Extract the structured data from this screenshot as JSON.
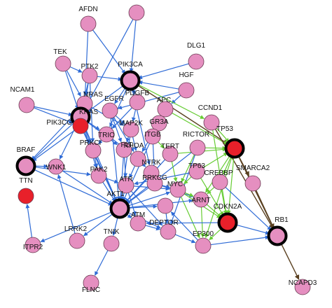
{
  "network": {
    "colors": {
      "node_normal": "#e58fc0",
      "node_mutated": "#e8202a",
      "node_stroke": "#6b3a52",
      "node_hub_stroke": "#000000",
      "edge_blue": "#2f6bd6",
      "edge_green": "#66cc33",
      "edge_dark": "#5a4020"
    },
    "nodes": [
      {
        "id": "AFDN",
        "label": "AFDN",
        "type": "normal"
      },
      {
        "id": "N_TOP",
        "label": "",
        "type": "normal"
      },
      {
        "id": "TEK",
        "label": "TEK",
        "type": "normal"
      },
      {
        "id": "DLG1",
        "label": "DLG1",
        "type": "normal"
      },
      {
        "id": "PTK2",
        "label": "PTK2",
        "type": "normal"
      },
      {
        "id": "PIK3CA",
        "label": "PIK3CA",
        "type": "hub"
      },
      {
        "id": "HGF",
        "label": "HGF",
        "type": "normal"
      },
      {
        "id": "NCAM1",
        "label": "NCAM1",
        "type": "normal"
      },
      {
        "id": "NRAS",
        "label": "NRAS",
        "type": "normal"
      },
      {
        "id": "PDGFB",
        "label": "PDGFB",
        "type": "normal"
      },
      {
        "id": "EGFR",
        "label": "EGFR",
        "type": "normal"
      },
      {
        "id": "KRAS",
        "label": "KRAS",
        "type": "hub"
      },
      {
        "id": "APC",
        "label": "APC",
        "type": "normal"
      },
      {
        "id": "CCND1",
        "label": "CCND1",
        "type": "normal"
      },
      {
        "id": "PIK3R1",
        "label": "PIK3CG",
        "type": "mutated"
      },
      {
        "id": "GR3A",
        "label": "GR3A",
        "type": "normal"
      },
      {
        "id": "TP53",
        "label": "TP53",
        "type": "mutated_hub"
      },
      {
        "id": "TRIO",
        "label": "TRIO",
        "type": "normal"
      },
      {
        "id": "MAP2K",
        "label": "MAP2K",
        "type": "normal"
      },
      {
        "id": "ITGB",
        "label": "ITGB",
        "type": "normal"
      },
      {
        "id": "PRKCI",
        "label": "PRKCI",
        "type": "normal"
      },
      {
        "id": "RICTOR",
        "label": "RICTOR",
        "type": "normal"
      },
      {
        "id": "BRAF",
        "label": "BRAF",
        "type": "hub"
      },
      {
        "id": "FLT",
        "label": "FLT",
        "type": "normal"
      },
      {
        "id": "RHOA",
        "label": "RHOA",
        "type": "normal"
      },
      {
        "id": "TERT",
        "label": "TERT",
        "type": "normal"
      },
      {
        "id": "NTRK",
        "label": "NTRK",
        "type": "normal"
      },
      {
        "id": "WNK1",
        "label": "WNK1",
        "type": "normal"
      },
      {
        "id": "PAK2",
        "label": "PAK2",
        "type": "normal"
      },
      {
        "id": "PRKCG",
        "label": "PRKCG",
        "type": "normal"
      },
      {
        "id": "TP63",
        "label": "TP63",
        "type": "normal"
      },
      {
        "id": "SMARCA2",
        "label": "SMARCA2",
        "type": "normal"
      },
      {
        "id": "CREBBP",
        "label": "CREBBP",
        "type": "normal"
      },
      {
        "id": "TTN",
        "label": "TTN",
        "type": "mutated"
      },
      {
        "id": "ATR",
        "label": "ATR",
        "type": "normal"
      },
      {
        "id": "MYC",
        "label": "MYC",
        "type": "normal"
      },
      {
        "id": "AKT1",
        "label": "AKT1",
        "type": "hub"
      },
      {
        "id": "ARNT",
        "label": "ARNT",
        "type": "normal"
      },
      {
        "id": "CDKN2A",
        "label": "CDKN2A",
        "type": "mutated_hub"
      },
      {
        "id": "N_MID",
        "label": "",
        "type": "normal"
      },
      {
        "id": "RB1",
        "label": "RB1",
        "type": "hub"
      },
      {
        "id": "ATM",
        "label": "ATM",
        "type": "normal"
      },
      {
        "id": "DEPTOR",
        "label": "DEPTOR",
        "type": "normal"
      },
      {
        "id": "EP300",
        "label": "EP300",
        "type": "normal"
      },
      {
        "id": "ITPR2",
        "label": "ITPR2",
        "type": "normal"
      },
      {
        "id": "LRRK2",
        "label": "LRRK2",
        "type": "normal"
      },
      {
        "id": "TNIK",
        "label": "TNIK",
        "type": "normal"
      },
      {
        "id": "FLNC",
        "label": "FLNC",
        "type": "normal"
      },
      {
        "id": "NCAPD3",
        "label": "NCAPD3",
        "type": "normal"
      }
    ],
    "edges": [
      [
        "N_TOP",
        "PIK3CA",
        "blue"
      ],
      [
        "N_TOP",
        "KRAS",
        "blue"
      ],
      [
        "AFDN",
        "PIK3CA",
        "blue"
      ],
      [
        "AFDN",
        "NRAS",
        "blue"
      ],
      [
        "TEK",
        "PTK2",
        "blue"
      ],
      [
        "TEK",
        "NRAS",
        "blue"
      ],
      [
        "TEK",
        "KRAS",
        "blue"
      ],
      [
        "DLG1",
        "PIK3CA",
        "blue"
      ],
      [
        "HGF",
        "PIK3CA",
        "blue"
      ],
      [
        "HGF",
        "EGFR",
        "blue"
      ],
      [
        "HGF",
        "APC",
        "blue"
      ],
      [
        "NCAM1",
        "KRAS",
        "blue"
      ],
      [
        "NCAM1",
        "PIK3R1",
        "blue"
      ],
      [
        "PTK2",
        "PIK3CA",
        "blue"
      ],
      [
        "PTK2",
        "KRAS",
        "blue"
      ],
      [
        "PTK2",
        "NRAS",
        "blue"
      ],
      [
        "PTK2",
        "PRKCI",
        "blue"
      ],
      [
        "PIK3CA",
        "PDGFB",
        "blue"
      ],
      [
        "PIK3CA",
        "KRAS",
        "blue"
      ],
      [
        "PIK3CA",
        "EGFR",
        "blue"
      ],
      [
        "PIK3CA",
        "TP53",
        "dark"
      ],
      [
        "PIK3CA",
        "CCND1",
        "green"
      ],
      [
        "PIK3CA",
        "NTRK",
        "blue"
      ],
      [
        "PIK3CA",
        "TRIO",
        "blue"
      ],
      [
        "NRAS",
        "KRAS",
        "blue"
      ],
      [
        "NRAS",
        "BRAF",
        "blue"
      ],
      [
        "NRAS",
        "MAP2K",
        "blue"
      ],
      [
        "KRAS",
        "BRAF",
        "blue"
      ],
      [
        "KRAS",
        "PIK3R1",
        "blue"
      ],
      [
        "KRAS",
        "TRIO",
        "blue"
      ],
      [
        "KRAS",
        "PRKCI",
        "blue"
      ],
      [
        "KRAS",
        "FLT",
        "blue"
      ],
      [
        "KRAS",
        "AKT1",
        "blue"
      ],
      [
        "KRAS",
        "PAK2",
        "blue"
      ],
      [
        "KRAS",
        "WNK1",
        "blue"
      ],
      [
        "PIK3R1",
        "BRAF",
        "blue"
      ],
      [
        "PIK3R1",
        "AKT1",
        "blue"
      ],
      [
        "PIK3R1",
        "PRKCI",
        "blue"
      ],
      [
        "EGFR",
        "MAP2K",
        "blue"
      ],
      [
        "EGFR",
        "FLT",
        "blue"
      ],
      [
        "EGFR",
        "RHOA",
        "blue"
      ],
      [
        "EGFR",
        "AKT1",
        "blue"
      ],
      [
        "PDGFB",
        "MAP2K",
        "blue"
      ],
      [
        "PDGFB",
        "TRIO",
        "blue"
      ],
      [
        "APC",
        "GR3A",
        "blue"
      ],
      [
        "APC",
        "TP53",
        "green"
      ],
      [
        "APC",
        "ITGB",
        "blue"
      ],
      [
        "CCND1",
        "TP53",
        "green"
      ],
      [
        "CCND1",
        "RB1",
        "dark"
      ],
      [
        "CCND1",
        "CDKN2A",
        "green"
      ],
      [
        "GR3A",
        "ITGB",
        "blue"
      ],
      [
        "GR3A",
        "RHOA",
        "blue"
      ],
      [
        "TRIO",
        "RHOA",
        "blue"
      ],
      [
        "TRIO",
        "PRKCI",
        "blue"
      ],
      [
        "MAP2K",
        "FLT",
        "blue"
      ],
      [
        "MAP2K",
        "AKT1",
        "blue"
      ],
      [
        "MAP2K",
        "RHOA",
        "blue"
      ],
      [
        "ITGB",
        "AKT1",
        "blue"
      ],
      [
        "ITGB",
        "PRKCG",
        "blue"
      ],
      [
        "ITGB",
        "TERT",
        "green"
      ],
      [
        "PRKCI",
        "PAK2",
        "blue"
      ],
      [
        "PRKCI",
        "AKT1",
        "blue"
      ],
      [
        "RICTOR",
        "TP53",
        "green"
      ],
      [
        "RICTOR",
        "AKT1",
        "blue"
      ],
      [
        "RICTOR",
        "DEPTOR",
        "blue"
      ],
      [
        "RICTOR",
        "MYC",
        "green"
      ],
      [
        "BRAF",
        "WNK1",
        "blue"
      ],
      [
        "BRAF",
        "AKT1",
        "blue"
      ],
      [
        "BRAF",
        "PAK2",
        "blue"
      ],
      [
        "FLT",
        "RHOA",
        "blue"
      ],
      [
        "FLT",
        "ATR",
        "blue"
      ],
      [
        "FLT",
        "AKT1",
        "blue"
      ],
      [
        "RHOA",
        "NTRK",
        "blue"
      ],
      [
        "RHOA",
        "ATR",
        "blue"
      ],
      [
        "TERT",
        "MYC",
        "green"
      ],
      [
        "TERT",
        "TP53",
        "green"
      ],
      [
        "TERT",
        "AKT1",
        "blue"
      ],
      [
        "NTRK",
        "AKT1",
        "blue"
      ],
      [
        "NTRK",
        "PRKCG",
        "blue"
      ],
      [
        "WNK1",
        "AKT1",
        "blue"
      ],
      [
        "PAK2",
        "AKT1",
        "blue"
      ],
      [
        "PAK2",
        "ATR",
        "blue"
      ],
      [
        "PRKCG",
        "AKT1",
        "blue"
      ],
      [
        "PRKCG",
        "MYC",
        "blue"
      ],
      [
        "PRKCG",
        "ARNT",
        "blue"
      ],
      [
        "TP63",
        "TP53",
        "green"
      ],
      [
        "TP63",
        "CDKN2A",
        "green"
      ],
      [
        "TP63",
        "MYC",
        "green"
      ],
      [
        "TP63",
        "ATR",
        "blue"
      ],
      [
        "TP53",
        "SMARCA2",
        "dark"
      ],
      [
        "TP53",
        "CREBBP",
        "green"
      ],
      [
        "TP53",
        "RB1",
        "dark"
      ],
      [
        "TP53",
        "CDKN2A",
        "green"
      ],
      [
        "TP53",
        "EP300",
        "green"
      ],
      [
        "TP53",
        "ARNT",
        "green"
      ],
      [
        "SMARCA2",
        "RB1",
        "dark"
      ],
      [
        "CREBBP",
        "RB1",
        "blue"
      ],
      [
        "CREBBP",
        "CDKN2A",
        "green"
      ],
      [
        "CREBBP",
        "ARNT",
        "green"
      ],
      [
        "ATR",
        "AKT1",
        "blue"
      ],
      [
        "ATR",
        "ATM",
        "blue"
      ],
      [
        "ATR",
        "DEPTOR",
        "blue"
      ],
      [
        "ATR",
        "MYC",
        "blue"
      ],
      [
        "MYC",
        "CDKN2A",
        "green"
      ],
      [
        "MYC",
        "ARNT",
        "green"
      ],
      [
        "MYC",
        "EP300",
        "green"
      ],
      [
        "AKT1",
        "ATM",
        "blue"
      ],
      [
        "AKT1",
        "DEPTOR",
        "blue"
      ],
      [
        "AKT1",
        "TNIK",
        "blue"
      ],
      [
        "AKT1",
        "LRRK2",
        "blue"
      ],
      [
        "AKT1",
        "ITPR2",
        "blue"
      ],
      [
        "AKT1",
        "N_MID",
        "blue"
      ],
      [
        "AKT1",
        "MYC",
        "blue"
      ],
      [
        "AKT1",
        "ARNT",
        "blue"
      ],
      [
        "ARNT",
        "EP300",
        "green"
      ],
      [
        "ARNT",
        "CDKN2A",
        "green"
      ],
      [
        "CDKN2A",
        "RB1",
        "blue"
      ],
      [
        "CDKN2A",
        "EP300",
        "green"
      ],
      [
        "CDKN2A",
        "ATM",
        "blue"
      ],
      [
        "N_MID",
        "DEPTOR",
        "blue"
      ],
      [
        "ATM",
        "DEPTOR",
        "blue"
      ],
      [
        "DEPTOR",
        "EP300",
        "blue"
      ],
      [
        "EP300",
        "RB1",
        "blue"
      ],
      [
        "EP300",
        "N_MID",
        "blue"
      ],
      [
        "ITPR2",
        "TTN",
        "blue"
      ],
      [
        "TNIK",
        "FLNC",
        "blue"
      ],
      [
        "LRRK2",
        "WNK1",
        "blue"
      ],
      [
        "RB1",
        "NCAPD3",
        "dark"
      ]
    ]
  }
}
